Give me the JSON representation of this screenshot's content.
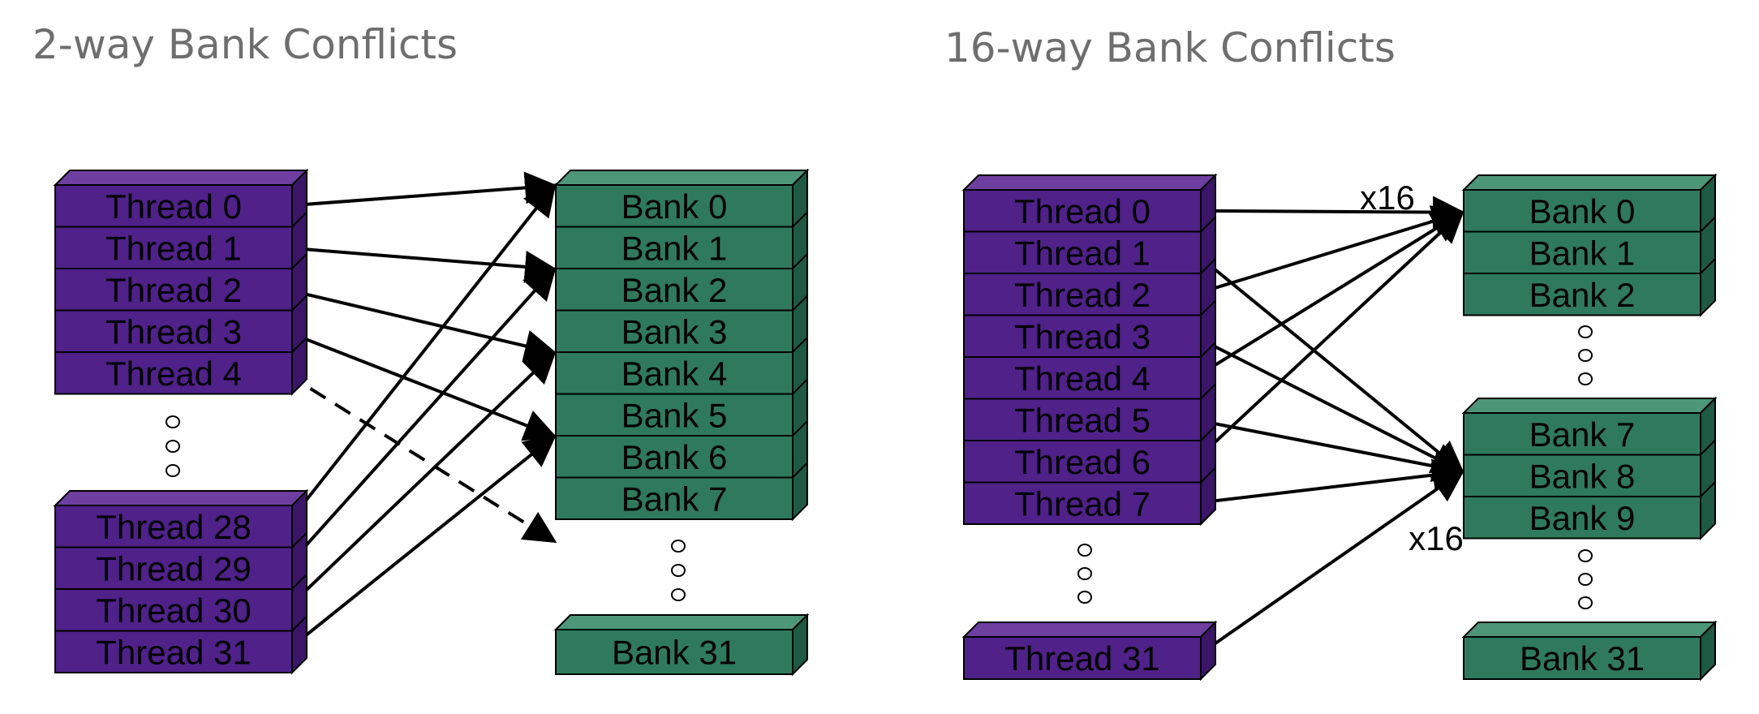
{
  "colors": {
    "thread_front": "#4f2189",
    "thread_top": "#6e3ea0",
    "thread_side": "#3b1568",
    "bank_front": "#2f7a5c",
    "bank_top": "#4d9677",
    "bank_side": "#1e5a43",
    "arrow": "#000000",
    "title": "#6e6e6e"
  },
  "left_panel": {
    "title": "2-way Bank Conflicts",
    "thread_group_a": [
      "Thread 0",
      "Thread 1",
      "Thread 2",
      "Thread 3",
      "Thread 4"
    ],
    "thread_group_b": [
      "Thread 28",
      "Thread 29",
      "Thread 30",
      "Thread 31"
    ],
    "bank_group_a": [
      "Bank 0",
      "Bank 1",
      "Bank 2",
      "Bank 3",
      "Bank 4",
      "Bank 5",
      "Bank 6",
      "Bank 7"
    ],
    "bank_group_b": [
      "Bank 31"
    ],
    "edges": [
      {
        "from": "Thread 0",
        "to": "Bank 0"
      },
      {
        "from": "Thread 1",
        "to": "Bank 2"
      },
      {
        "from": "Thread 2",
        "to": "Bank 4"
      },
      {
        "from": "Thread 3",
        "to": "Bank 6"
      },
      {
        "from": "Thread 4",
        "to": "Bank 8",
        "style": "dashed"
      },
      {
        "from": "Thread 28",
        "to": "Bank 0"
      },
      {
        "from": "Thread 29",
        "to": "Bank 2"
      },
      {
        "from": "Thread 30",
        "to": "Bank 4"
      },
      {
        "from": "Thread 31",
        "to": "Bank 6"
      }
    ]
  },
  "right_panel": {
    "title": "16-way Bank Conflicts",
    "thread_group_a": [
      "Thread 0",
      "Thread 1",
      "Thread 2",
      "Thread 3",
      "Thread 4",
      "Thread 5",
      "Thread 6",
      "Thread 7"
    ],
    "thread_group_b": [
      "Thread 31"
    ],
    "bank_group_a": [
      "Bank 0",
      "Bank 1",
      "Bank 2"
    ],
    "bank_group_b": [
      "Bank 7",
      "Bank 8",
      "Bank 9"
    ],
    "bank_group_c": [
      "Bank 31"
    ],
    "multiplier_top": "x16",
    "multiplier_bottom": "x16",
    "edges": [
      {
        "from": "Thread 0",
        "to": "Bank 0"
      },
      {
        "from": "Thread 2",
        "to": "Bank 0"
      },
      {
        "from": "Thread 4",
        "to": "Bank 0"
      },
      {
        "from": "Thread 6",
        "to": "Bank 0"
      },
      {
        "from": "Thread 1",
        "to": "Bank 8"
      },
      {
        "from": "Thread 3",
        "to": "Bank 8"
      },
      {
        "from": "Thread 5",
        "to": "Bank 8"
      },
      {
        "from": "Thread 7",
        "to": "Bank 8"
      },
      {
        "from": "Thread 31",
        "to": "Bank 8"
      }
    ]
  }
}
